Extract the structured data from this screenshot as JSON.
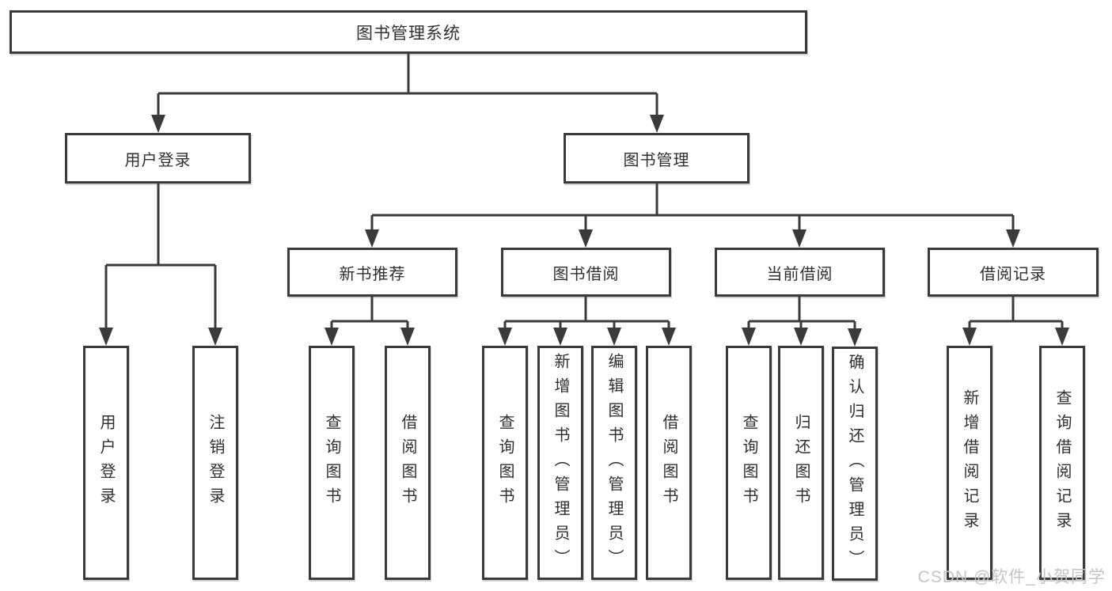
{
  "diagram": {
    "root_label": "图书管理系统",
    "level2": [
      {
        "label": "用户登录",
        "leaves": [
          "用户登录",
          "注销登录"
        ]
      },
      {
        "label": "图书管理",
        "groups": [
          {
            "label": "新书推荐",
            "leaves": [
              "查询图书",
              "借阅图书"
            ]
          },
          {
            "label": "图书借阅",
            "leaves": [
              "查询图书",
              "新增图书（管理员）",
              "编辑图书（管理员）",
              "借阅图书"
            ]
          },
          {
            "label": "当前借阅",
            "leaves": [
              "查询图书",
              "归还图书",
              "确认归还（管理员）"
            ]
          },
          {
            "label": "借阅记录",
            "leaves": [
              "新增借阅记录",
              "查询借阅记录"
            ]
          }
        ]
      }
    ]
  },
  "watermark": {
    "text": "CSDN @软件_小贺同学"
  },
  "colors": {
    "line": "#3a3a3a",
    "border": "#3a3a3a",
    "text": "#2f2f2f",
    "background": "#ffffff",
    "watermark": "#c4c4c4"
  }
}
